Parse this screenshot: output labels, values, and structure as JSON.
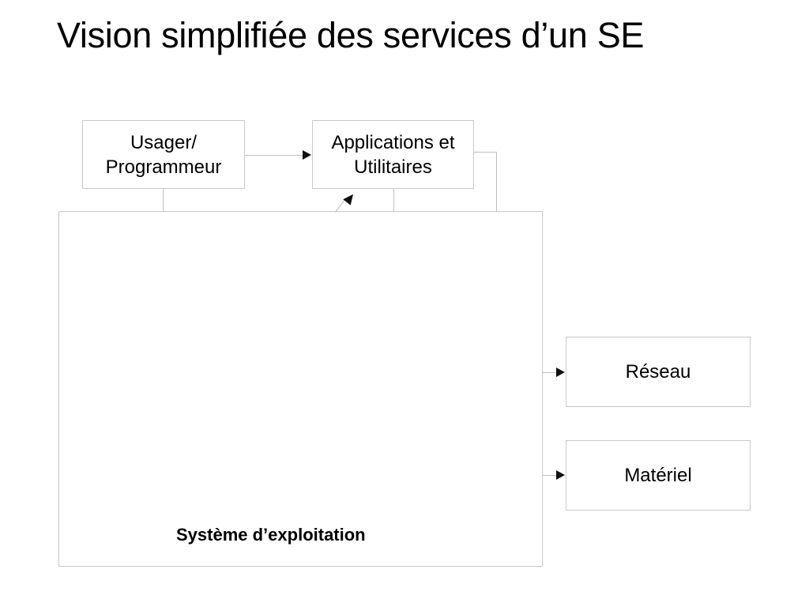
{
  "slide": {
    "title": "Vision simplifiée des services d’un SE",
    "background_color": "#ffffff",
    "text_color": "#000000"
  },
  "diagram": {
    "box_border_color": "#c9c9c9",
    "connector_color": "#bfbfbf",
    "arrowhead_color": "#111111",
    "boxes": [
      {
        "id": "usager",
        "label": "Usager/\nProgrammeur"
      },
      {
        "id": "applications",
        "label": "Applications et\nUtilitaires"
      },
      {
        "id": "os",
        "label": "Système d’exploitation"
      },
      {
        "id": "reseau",
        "label": "Réseau"
      },
      {
        "id": "materiel",
        "label": "Matériel"
      }
    ],
    "connectors": [
      {
        "id": "usager-to-applications",
        "from": "usager",
        "to": "applications",
        "arrow": true
      },
      {
        "id": "usager-to-os",
        "from": "usager",
        "to": "os",
        "arrow": false
      },
      {
        "id": "applications-to-os",
        "from": "applications",
        "to": "os",
        "arrow": false
      },
      {
        "id": "applications-right-to-os",
        "from": "applications",
        "to": "os",
        "arrow": false
      },
      {
        "id": "os-to-applications",
        "from": "os",
        "to": "applications",
        "arrow": true
      },
      {
        "id": "os-to-reseau",
        "from": "os",
        "to": "reseau",
        "arrow": true
      },
      {
        "id": "os-to-materiel",
        "from": "os",
        "to": "materiel",
        "arrow": true
      }
    ]
  }
}
